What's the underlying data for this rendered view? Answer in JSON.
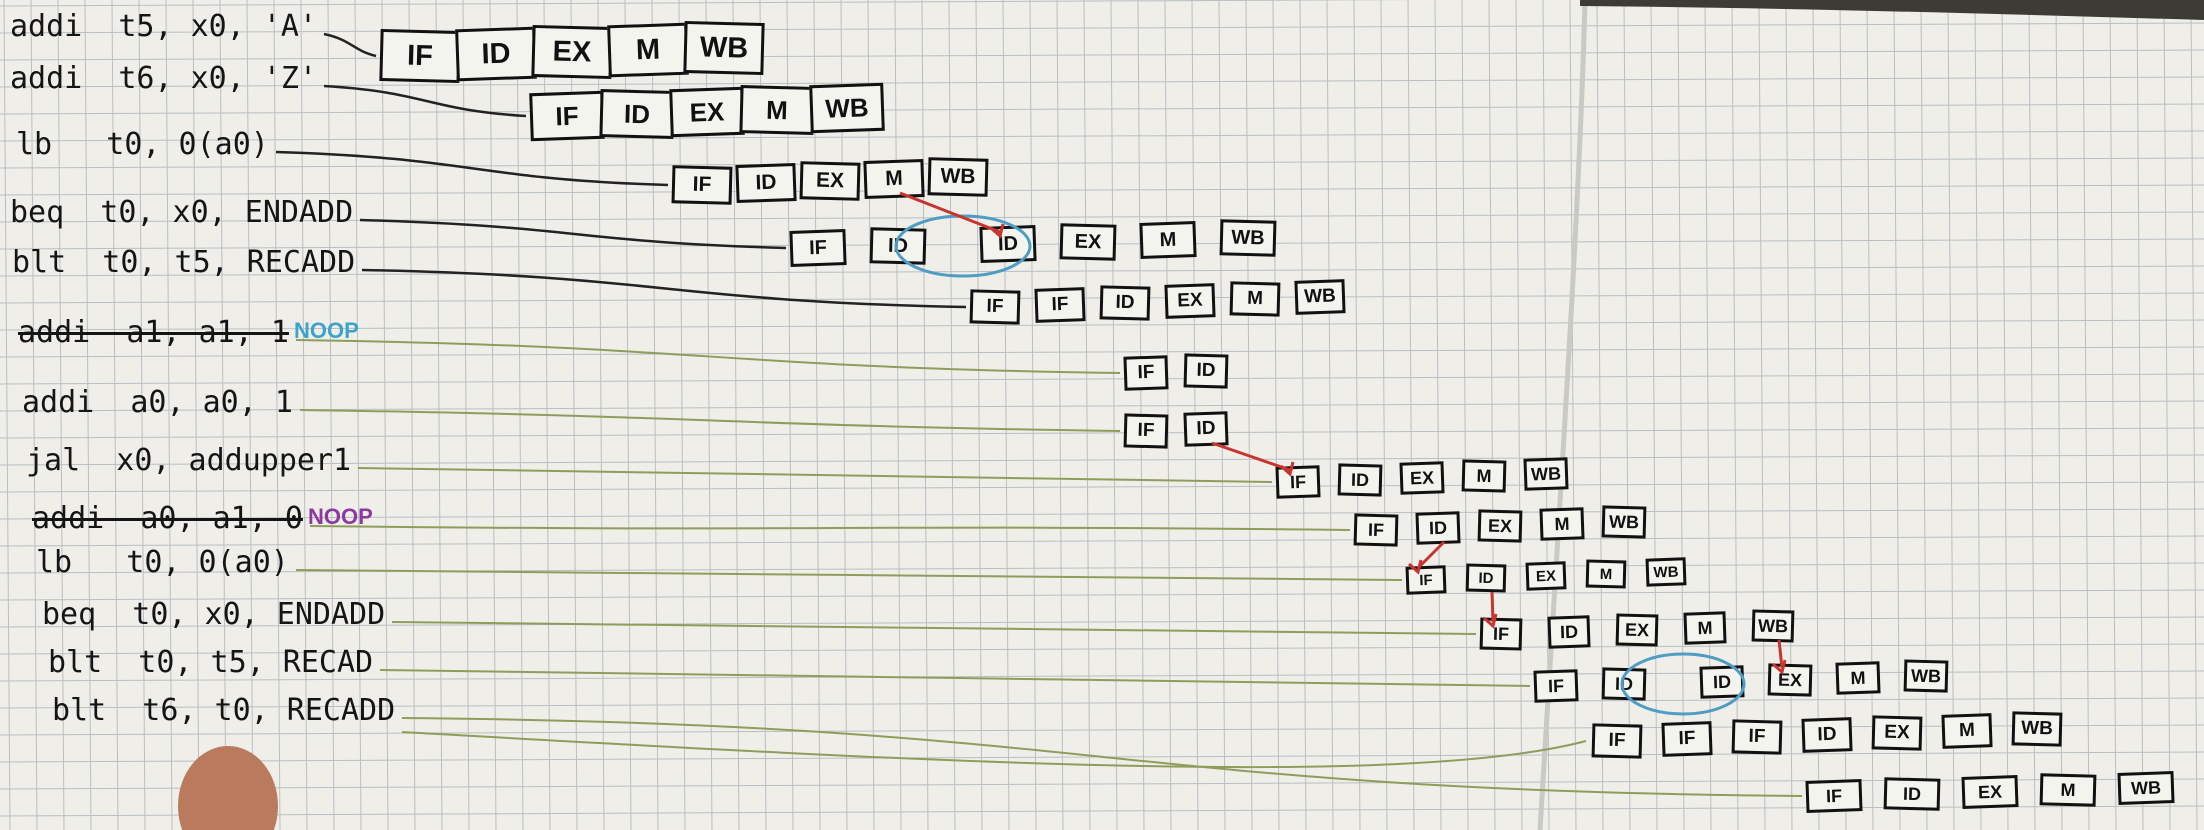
{
  "instructions": [
    {
      "text": "addi  t5, x0, 'A'",
      "struck": false
    },
    {
      "text": "addi  t6, x0, 'Z'",
      "struck": false
    },
    {
      "text": "lb   t0, 0(a0)",
      "struck": false
    },
    {
      "text": "beq  t0, x0, ENDADD",
      "struck": false
    },
    {
      "text": "blt  t0, t5, RECADD",
      "struck": false
    },
    {
      "text": "addi  a1, a1, 1",
      "struck": true,
      "note": "NOOP",
      "note_color": "#3ea3c9"
    },
    {
      "text": "addi  a0, a0, 1",
      "struck": false
    },
    {
      "text": "jal  x0, addupper1",
      "struck": false
    },
    {
      "text": "addi  a0, a1, 0",
      "struck": true,
      "note": "NOOP",
      "note_color": "#8c3a9e"
    },
    {
      "text": "lb   t0, 0(a0)",
      "struck": false
    },
    {
      "text": "beq  t0, x0, ENDADD",
      "struck": false
    },
    {
      "text": "blt  t0, t5, RECAD",
      "struck": false
    },
    {
      "text": "blt  t6, t0, RECADD",
      "struck": false
    }
  ],
  "pipeline_rows": [
    {
      "stages": [
        "IF",
        "ID",
        "EX",
        "M",
        "WB"
      ]
    },
    {
      "stages": [
        "IF",
        "ID",
        "EX",
        "M",
        "WB"
      ]
    },
    {
      "stages": [
        "IF",
        "ID",
        "EX",
        "M",
        "WB"
      ]
    },
    {
      "stages": [
        "IF",
        "ID",
        "ID",
        "EX",
        "M",
        "WB"
      ],
      "stall_bubble": true
    },
    {
      "stages": [
        "IF",
        "IF",
        "ID",
        "EX",
        "M",
        "WB"
      ]
    },
    {
      "stages": [
        "IF",
        "ID"
      ]
    },
    {
      "stages": [
        "IF",
        "ID"
      ]
    },
    {
      "stages": [
        "IF",
        "ID",
        "EX",
        "M",
        "WB"
      ]
    },
    {
      "stages": [
        "IF",
        "ID",
        "EX",
        "M",
        "WB"
      ]
    },
    {
      "stages": [
        "IF",
        "ID",
        "EX",
        "M",
        "WB"
      ]
    },
    {
      "stages": [
        "IF",
        "ID",
        "EX",
        "M",
        "WB"
      ]
    },
    {
      "stages": [
        "IF",
        "ID",
        "ID",
        "EX",
        "M",
        "WB"
      ],
      "stall_bubble": true
    },
    {
      "stages": [
        "IF",
        "IF",
        "IF",
        "ID",
        "EX",
        "M",
        "WB"
      ]
    },
    {
      "stages": [
        "IF",
        "ID",
        "EX",
        "M",
        "WB"
      ]
    }
  ],
  "colors": {
    "paper": "#efeee9",
    "grid_line": "#b9bfc2",
    "ink": "#111111",
    "connector_black": "#222222",
    "connector_green": "#8e9d5c",
    "forward_arrow": "#c8352e",
    "stall_bubble": "#4f9cc4",
    "noop_blue": "#3ea3c9",
    "noop_purple": "#8c3a9e"
  },
  "icons": {
    "stall": "cloud-bubble",
    "forwarding": "red-arrow"
  }
}
